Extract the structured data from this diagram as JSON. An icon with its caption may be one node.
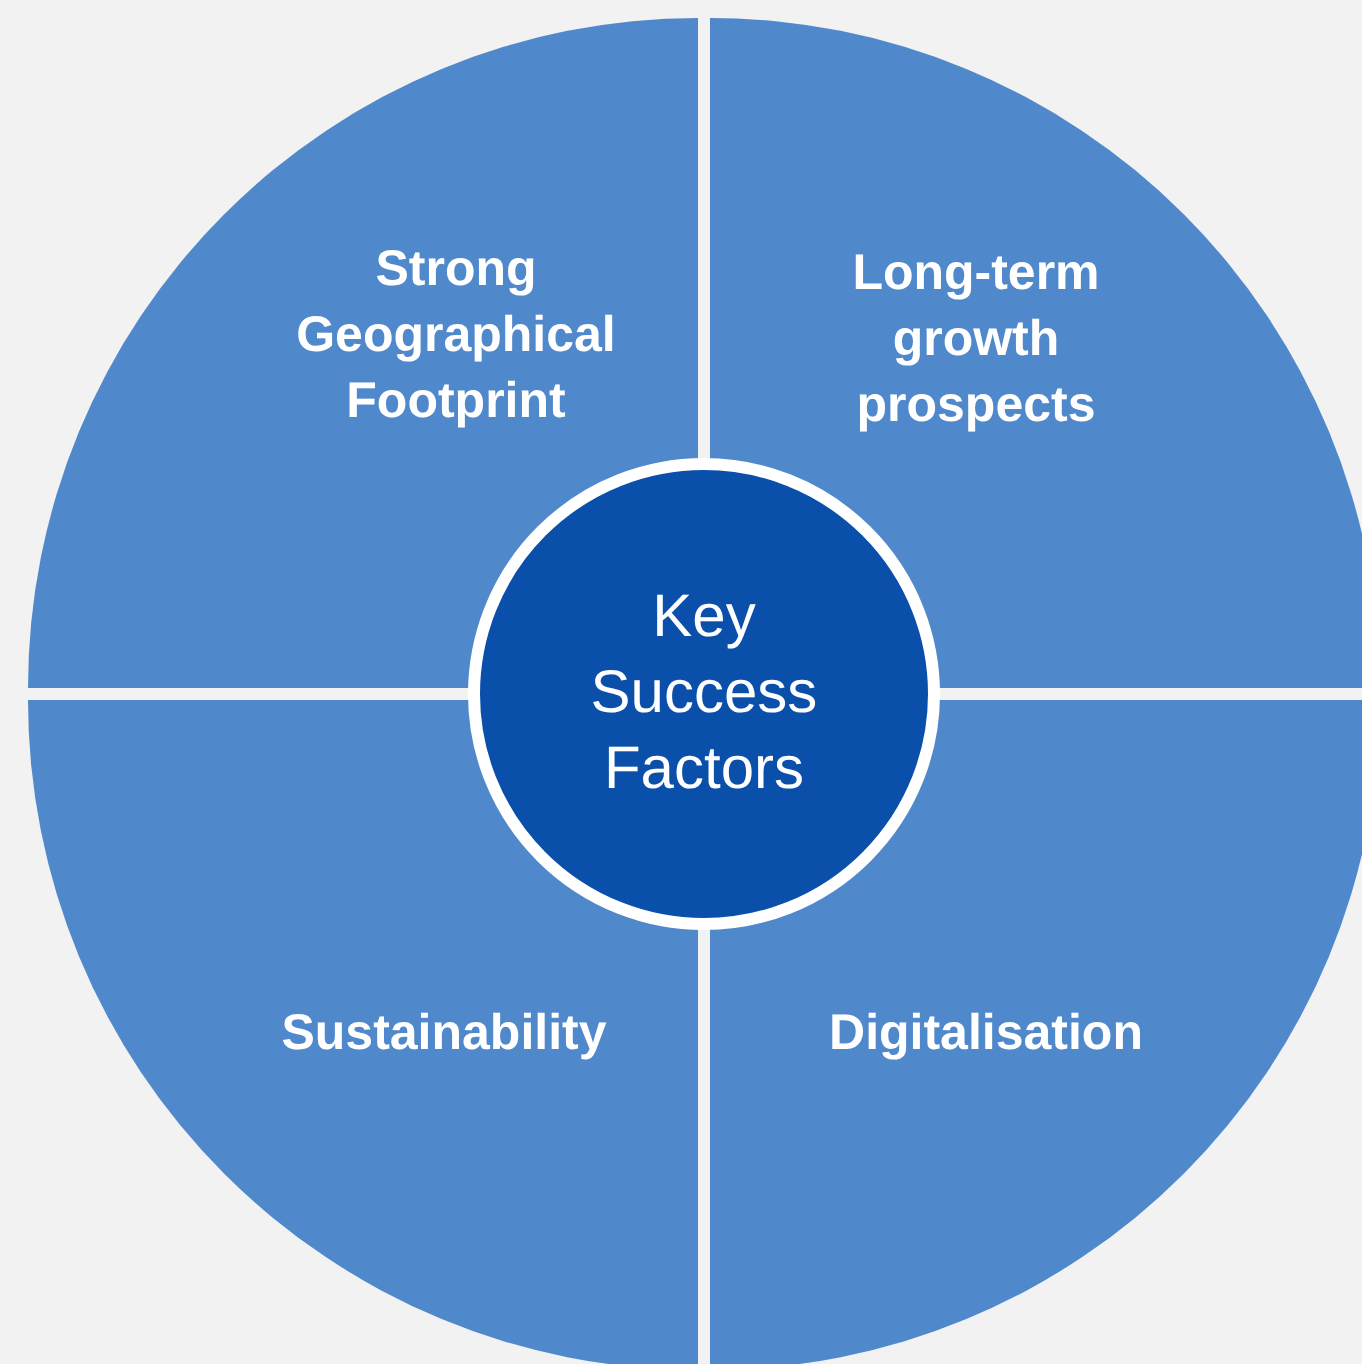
{
  "diagram": {
    "nodes": [
      {
        "text": [
          "Strong Geographical Footprint"
        ]
      },
      {
        "text": [
          "Long-term growth prospects"
        ]
      },
      {
        "text": [
          "Key Success Factors"
        ]
      },
      {
        "text": [
          "Sustainability"
        ]
      },
      {
        "text": [
          "Digitalisation"
        ]
      }
    ]
  }
}
